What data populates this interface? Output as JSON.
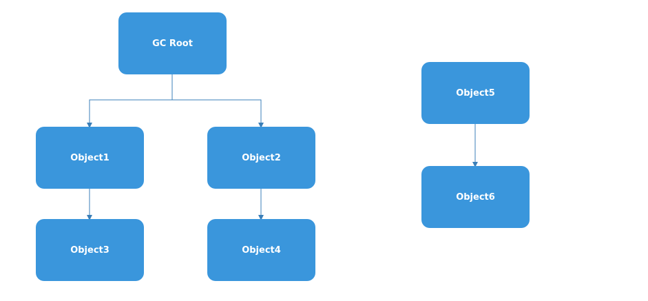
{
  "diagram": {
    "nodes": [
      {
        "id": "gc_root",
        "label": "GC Root"
      },
      {
        "id": "object1",
        "label": "Object1"
      },
      {
        "id": "object2",
        "label": "Object2"
      },
      {
        "id": "object3",
        "label": "Object3"
      },
      {
        "id": "object4",
        "label": "Object4"
      },
      {
        "id": "object5",
        "label": "Object5"
      },
      {
        "id": "object6",
        "label": "Object6"
      }
    ],
    "edges": [
      {
        "from": "gc_root",
        "to": "object1"
      },
      {
        "from": "gc_root",
        "to": "object2"
      },
      {
        "from": "object1",
        "to": "object3"
      },
      {
        "from": "object2",
        "to": "object4"
      },
      {
        "from": "object5",
        "to": "object6"
      }
    ],
    "colors": {
      "node_fill": "#3a96dc",
      "node_text": "#ffffff",
      "edge": "#3b7fb8"
    }
  }
}
